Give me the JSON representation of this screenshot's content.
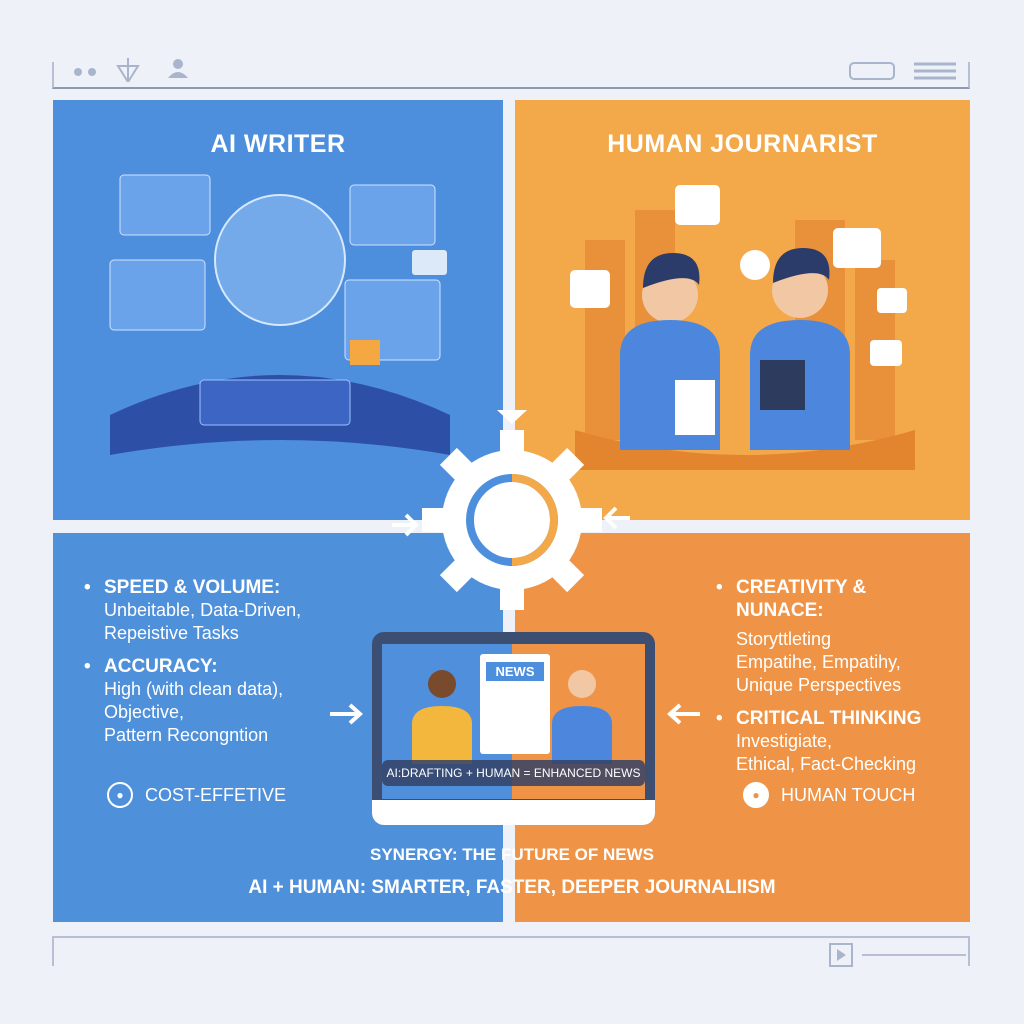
{
  "toolbar": {
    "icons": [
      "dots-icon",
      "pin-icon",
      "user-icon",
      "window-icon",
      "menu-icon"
    ]
  },
  "ai_panel": {
    "title": "AI WRITER",
    "items": [
      {
        "heading": "SPEED & VOLUME:",
        "detail": [
          "Unbeitable, Data-Driven,",
          "Repeistive Tasks"
        ]
      },
      {
        "heading": "ACCURACY:",
        "detail": [
          "High (with clean data),",
          "Objective,",
          "Pattern Recongntion"
        ]
      }
    ],
    "badge": "COST-EFFETIVE"
  },
  "human_panel": {
    "title": "HUMAN JOURNARIST",
    "items": [
      {
        "heading": "CREATIVITY & NUNACE:",
        "detail": [
          "Storyttleting",
          "Empatihe, Empatihy,",
          "Unique Perspectives"
        ]
      },
      {
        "heading": "CRITICAL THINKING",
        "detail": [
          "Investigiate,",
          "Ethical, Fact-Checking"
        ]
      }
    ],
    "badge": "HUMAN TOUCH"
  },
  "center": {
    "news_label": "NEWS",
    "caption": "AI:DRAFTING + HUMAN = ENHANCED NEWS"
  },
  "synergy": {
    "line1": "SYNERGY: THE FUTURE OF NEWS",
    "line2": "AI + HUMAN: SMARTER, FASTER, DEEPER JOURNALIISM"
  },
  "colors": {
    "blue": "#4d8fdd",
    "orange": "#f3a84a",
    "orange_dark": "#ef9447",
    "background": "#eef1f8"
  }
}
